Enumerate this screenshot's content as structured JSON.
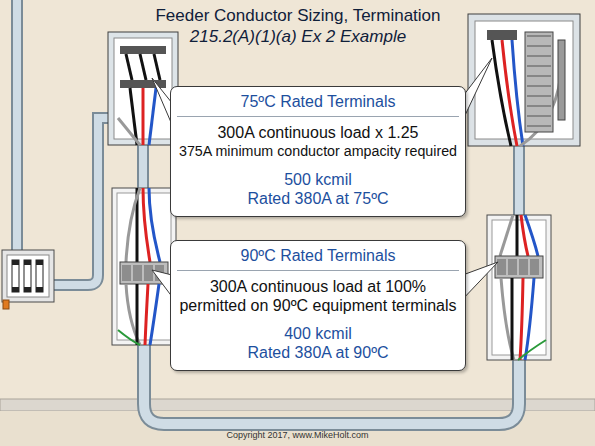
{
  "diagram": {
    "title": "Feeder Conductor Sizing, Termination",
    "nodes": [
      {
        "text": [
          "75ºC Rated Terminals",
          "300A continuous load x 1.25",
          "375A minimum conductor ampacity required",
          "500 kcmil",
          "Rated 380A at 75ºC"
        ]
      },
      {
        "text": [
          "90ºC Rated Terminals",
          "300A continuous load at 100% permitted on 90ºC equipment terminals",
          "400 kcmil",
          "Rated 380A at 90ºC"
        ]
      }
    ],
    "labels": [
      "215.2(A)(1)(a) Ex 2 Example",
      "Copyright 2017, www.MikeHolt.com"
    ]
  }
}
